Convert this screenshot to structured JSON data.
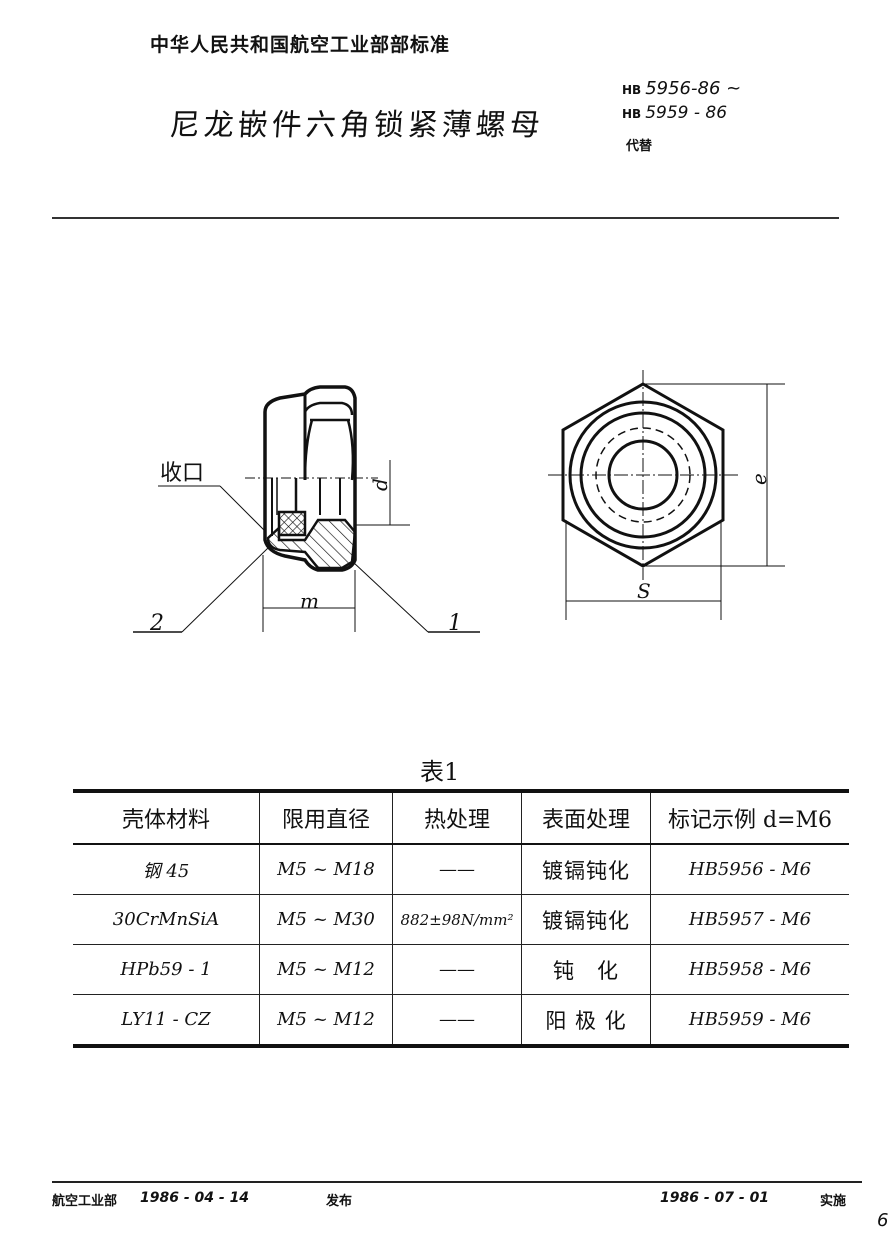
{
  "header": {
    "organization": "中华人民共和国航空工业部部标准",
    "title": "尼龙嵌件六角锁紧薄螺母",
    "standard_prefix_1": "HB",
    "standard_number_1": "5956-86 ~",
    "standard_prefix_2": "HB",
    "standard_number_2": "5959 - 86",
    "replaces_label": "代替"
  },
  "drawing": {
    "callout_shoukou": "收口",
    "label_d": "d",
    "label_m": "m",
    "label_e": "e",
    "label_s": "S",
    "part_1": "1",
    "part_2": "2"
  },
  "table": {
    "caption": "表1",
    "columns": [
      "壳体材料",
      "限用直径",
      "热处理",
      "表面处理",
      "标记示例 d=M6"
    ],
    "rows": [
      {
        "material": "钢 45",
        "diameter": "M5 ~ M18",
        "heat": "——",
        "surface": "镀镉钝化",
        "marking": "HB5956 - M6"
      },
      {
        "material": "30CrMnSiA",
        "diameter": "M5 ~ M30",
        "heat": "882±98N/mm²",
        "surface": "镀镉钝化",
        "marking": "HB5957 - M6"
      },
      {
        "material": "HPb59 - 1",
        "diameter": "M5 ~ M12",
        "heat": "——",
        "surface": "钝　化",
        "marking": "HB5958 - M6"
      },
      {
        "material": "LY11 - CZ",
        "diameter": "M5 ~ M12",
        "heat": "——",
        "surface": "阳 极 化",
        "marking": "HB5959 - M6"
      }
    ]
  },
  "footer": {
    "issuer": "航空工业部",
    "issue_date": "1986 - 04 - 14",
    "issue_label": "发布",
    "effective_date": "1986 - 07 - 01",
    "effective_label": "实施",
    "page_number": "6"
  }
}
